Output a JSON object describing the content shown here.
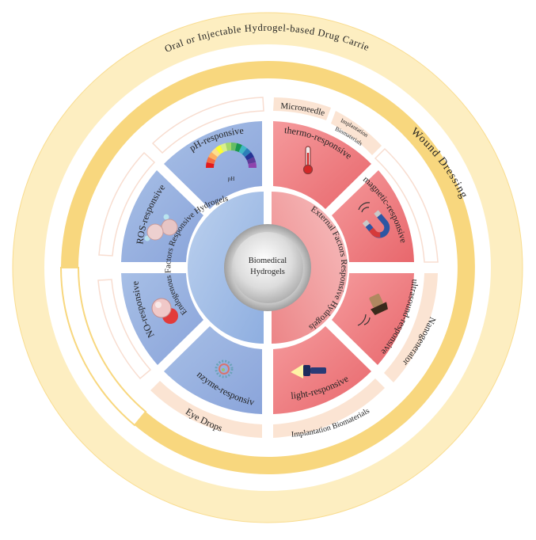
{
  "center": {
    "line1": "Biomedical",
    "line2": "Hydrogels"
  },
  "inner_left": {
    "label": "Endogenous Factors Responsive Hydrogels"
  },
  "inner_right": {
    "label": "External Factors Responsive Hydrogels"
  },
  "left_segments": [
    {
      "label": "pH-responsive",
      "icon": "ph-scale-icon",
      "icon_text": "pH"
    },
    {
      "label": "ROS-responsive",
      "icon": "ros-molecule-icon"
    },
    {
      "label": "NO-responsive",
      "icon": "no-molecule-icon"
    },
    {
      "label": "enzyme-responsive",
      "icon": "enzyme-icon"
    }
  ],
  "right_segments": [
    {
      "label": "thermo-responsive",
      "icon": "thermometer-icon"
    },
    {
      "label": "magnetic-responsive",
      "icon": "magnet-icon"
    },
    {
      "label": "ultrasound-responsive",
      "icon": "ultrasound-probe-icon"
    },
    {
      "label": "light-responsive",
      "icon": "flashlight-icon"
    }
  ],
  "applications": {
    "microneedle": "Microneedle",
    "implantation_top_line1": "Implantation",
    "implantation_top_line2": "Biomaterials",
    "nanogenerator": "Nanogenerator",
    "implantation_bottom": "Implantation Biomaterials",
    "eye_drops": "Eye Drops",
    "wound_dressing": "Wound Dressing",
    "drug_carrier": "Oral or Injectable Hydrogel-based Drug Carrier"
  },
  "colors": {
    "outer_ring": "#fdeec1",
    "wound_ring": "#f8d77e",
    "peach_box": "#fbe4d3",
    "blue_outer": "#9cb3df",
    "blue_inner": "#a9c3e7",
    "red_outer": "#ef7c80",
    "red_inner": "#f09ea0",
    "center_grey": "#bfbfbf"
  }
}
